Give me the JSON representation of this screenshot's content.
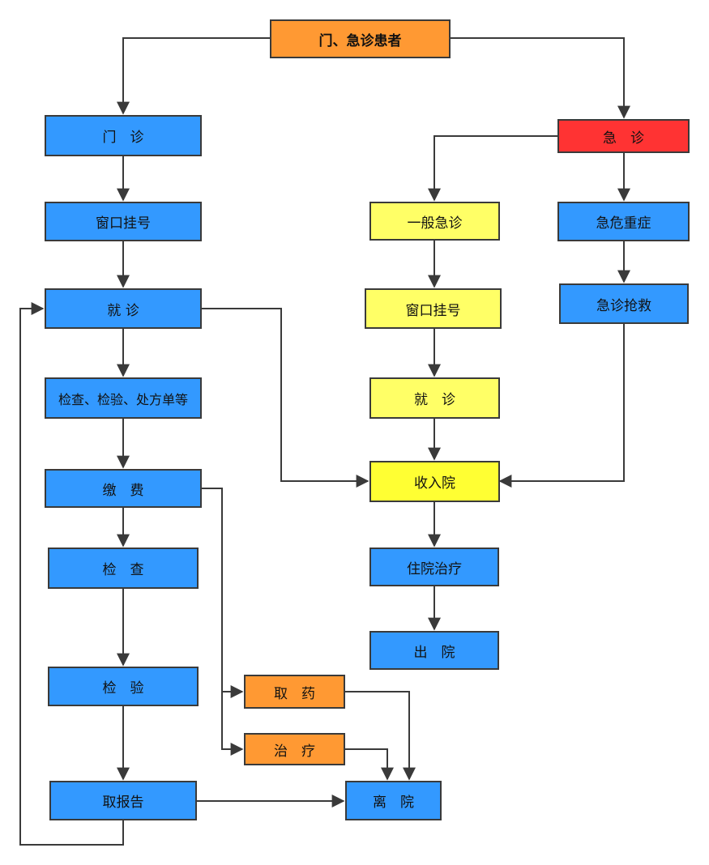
{
  "nodes": {
    "patients": "门、急诊患者",
    "outpatient": "门　诊",
    "emergency": "急　诊",
    "register_left": "窗口挂号",
    "general_emergency": "一般急诊",
    "critical": "急危重症",
    "consult_left": "就 诊",
    "register_mid": "窗口挂号",
    "rescue": "急诊抢救",
    "exam_rx": "检查、检验、处方单等",
    "consult_mid": "就　诊",
    "payment": "缴　费",
    "admission": "收入院",
    "exam": "检　查",
    "inpatient": "住院治疗",
    "discharge_inpatient": "出　院",
    "lab_test": "检　验",
    "get_medicine": "取　药",
    "treatment": "治　疗",
    "get_report": "取报告",
    "leave": "离　院"
  },
  "colors": {
    "blue": "#3399ff",
    "yellow_light": "#ffff66",
    "yellow_bright": "#ffff33",
    "orange": "#ff9933",
    "red": "#ff3333",
    "line": "#3a3a3a"
  }
}
